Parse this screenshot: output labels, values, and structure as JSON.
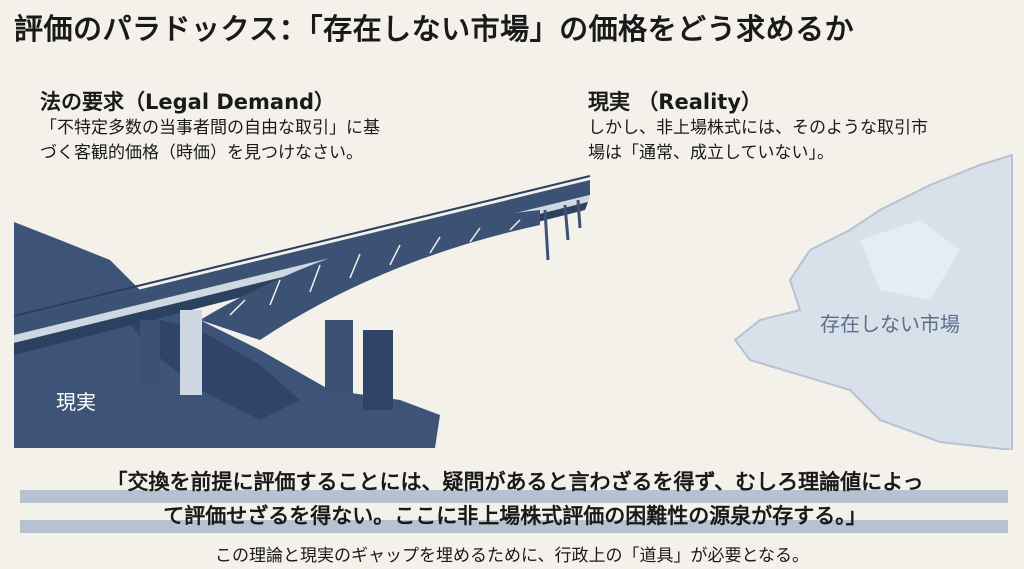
{
  "title": "評価のパラドックス：「存在しない市場」の価格をどう求めるか",
  "left": {
    "heading": "法の要求（Legal Demand）",
    "lines": [
      "「不特定多数の当事者間の自由な取引」に基",
      "づく客観的価格（時価）を見つけなさい。"
    ]
  },
  "right": {
    "heading": "現実 （Reality）",
    "lines": [
      "しかし、非上場株式には、そのような取引市",
      "場は「通常、成立していない」。"
    ]
  },
  "illustration": {
    "reality_label": "現実",
    "missing_market_label": "存在しない市場",
    "colors": {
      "bridge": "#3b5275",
      "cliff": "#3d5478",
      "cloud": "#d8e0ea"
    }
  },
  "quote": {
    "lines": [
      "「交換を前提に評価することには、疑問があると言わざるを得ず、むしろ理論値によっ",
      "て評価せざるを得ない。ここに非上場株式評価の困難性の源泉が存する。」"
    ]
  },
  "footer": "この理論と現実のギャップを埋めるために、行政上の「道具」が必要となる。"
}
